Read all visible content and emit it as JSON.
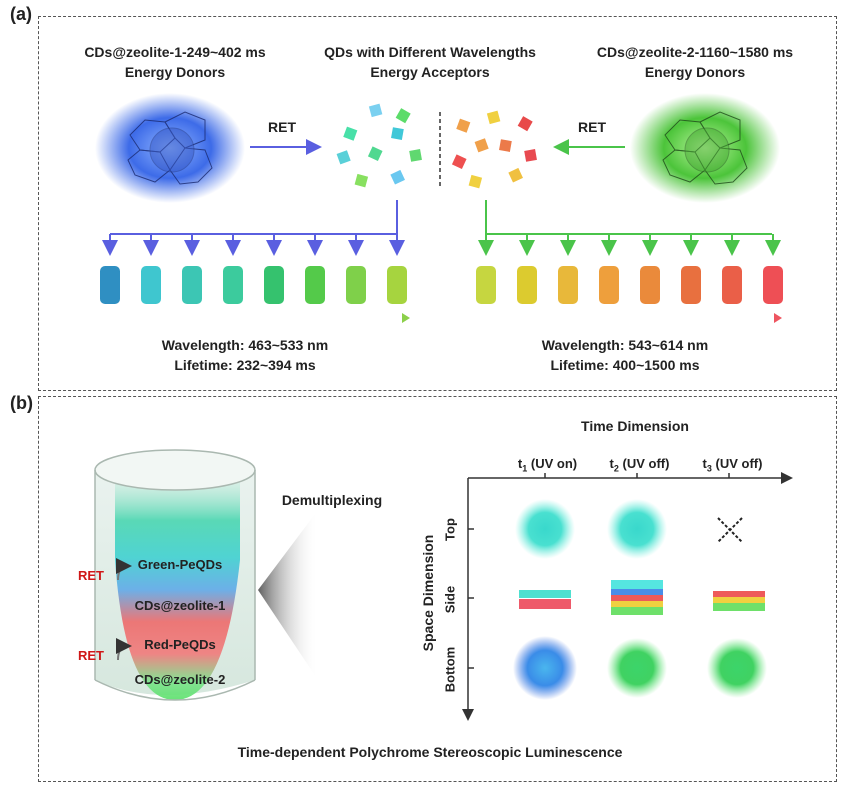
{
  "panel_a": {
    "label": "(a)",
    "left_donor": {
      "title": "CDs@zeolite-1-249~402 ms",
      "subtitle": "Energy Donors",
      "color": "#3a5fe0"
    },
    "acceptors": {
      "title": "QDs with Different Wavelengths",
      "subtitle": "Energy Acceptors"
    },
    "right_donor": {
      "title": "CDs@zeolite-2-1160~1580 ms",
      "subtitle": "Energy Donors",
      "color": "#46c03a"
    },
    "ret_left": "RET",
    "ret_right": "RET",
    "left_series": {
      "wavelength": "Wavelength: 463~533 nm",
      "lifetime": "Lifetime: 232~394 ms",
      "colors": [
        "#2f8fc2",
        "#3fc6cf",
        "#3cc6b4",
        "#3ccb9d",
        "#35c26e",
        "#54ca4a",
        "#7fd04a",
        "#a6d43f"
      ]
    },
    "right_series": {
      "wavelength": "Wavelength: 543~614 nm",
      "lifetime": "Lifetime: 400~1500 ms",
      "colors": [
        "#c6d640",
        "#dccb2f",
        "#e8b83a",
        "#ee9f3c",
        "#ea8a3b",
        "#e8703f",
        "#ea5f48",
        "#ee4f55"
      ]
    }
  },
  "panel_b": {
    "label": "(b)",
    "layers": {
      "green": "Green-PeQDs",
      "cds1": "CDs@zeolite-1",
      "red": "Red-PeQDs",
      "cds2": "CDs@zeolite-2"
    },
    "ret1": "RET",
    "ret2": "RET",
    "demultiplexing": "Demultiplexing",
    "time_dimension": "Time Dimension",
    "space_dimension": "Space Dimension",
    "t1": {
      "t": "t",
      "sub": "1",
      "rest": " (UV on)"
    },
    "t2": {
      "t": "t",
      "sub": "2",
      "rest": " (UV off)"
    },
    "t3": {
      "t": "t",
      "sub": "3",
      "rest": " (UV off)"
    },
    "rows": [
      "Top",
      "Side",
      "Bottom"
    ],
    "caption": "Time-dependent Polychrome Stereoscopic Luminescence"
  }
}
